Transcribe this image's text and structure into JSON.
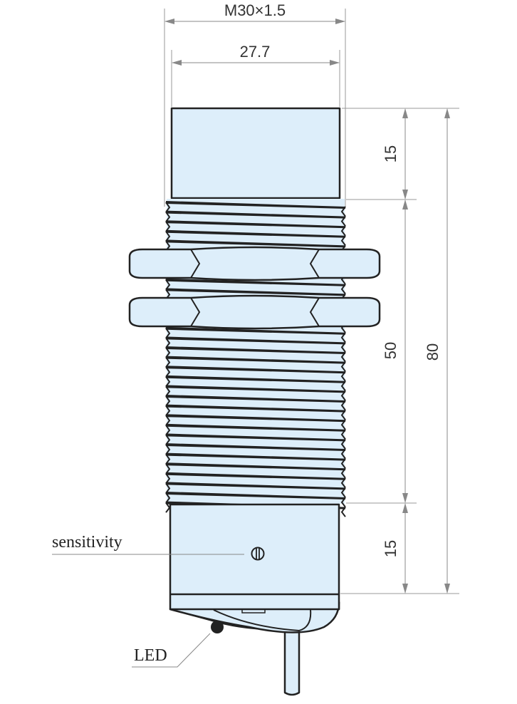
{
  "title": "M30 sensor dimension drawing",
  "dimensions": {
    "thread": "M30×1.5",
    "cap_diameter": "27.7",
    "cap_length": "15",
    "thread_length": "50",
    "housing_length": "15",
    "total_length": "80"
  },
  "labels": {
    "sensitivity": "sensitivity",
    "led": "LED"
  },
  "colors": {
    "body": "#ddeefa",
    "outline": "#222222",
    "dimension": "#888888"
  }
}
